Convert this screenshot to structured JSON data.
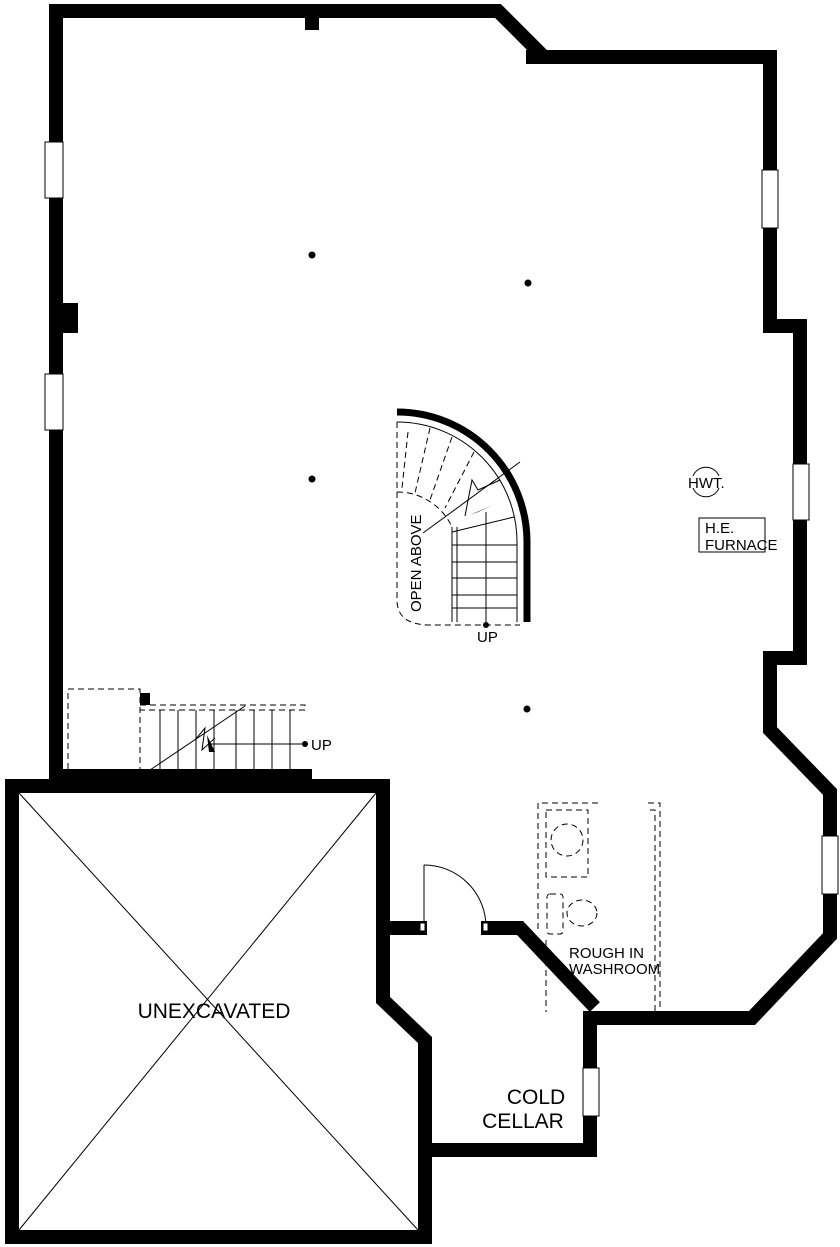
{
  "plan": {
    "rooms": {
      "unexcavated": "UNEXCAVATED",
      "cold_cellar_line1": "COLD",
      "cold_cellar_line2": "CELLAR",
      "washroom_line1": "ROUGH IN",
      "washroom_line2": "WASHROOM"
    },
    "fixtures": {
      "hwt": "HWT.",
      "furnace_line1": "H.E.",
      "furnace_line2": "FURNACE"
    },
    "stairs": {
      "open_above": "OPEN ABOVE",
      "main_up": "UP",
      "side_up": "UP"
    }
  }
}
